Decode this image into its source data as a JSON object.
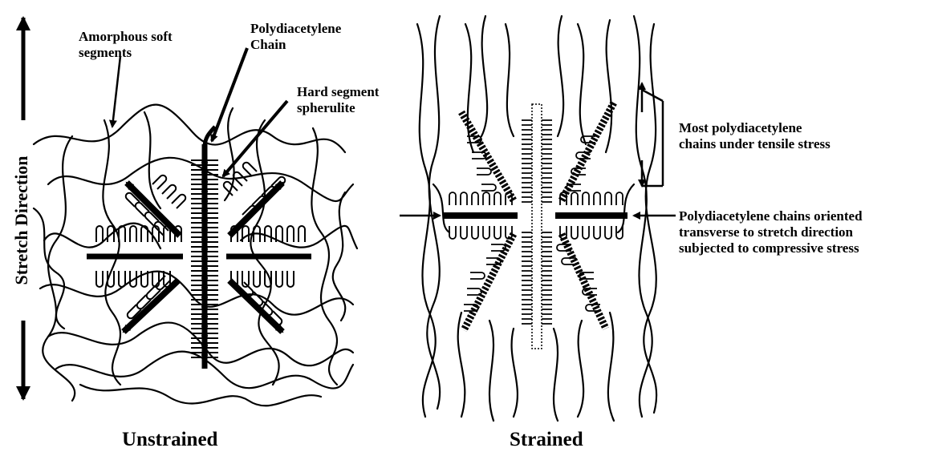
{
  "axis": {
    "stretch_direction": "Stretch Direction"
  },
  "labels": {
    "amorphous_line1": "Amorphous soft",
    "amorphous_line2": "segments",
    "pda_chain_line1": "Polydiacetylene",
    "pda_chain_line2": "Chain",
    "hard_seg_line1": "Hard segment",
    "hard_seg_line2": "spherulite",
    "tensile_line1": "Most polydiacetylene",
    "tensile_line2": "chains under tensile stress",
    "compress_line1": "Polydiacetylene chains oriented",
    "compress_line2": "transverse to stretch direction",
    "compress_line3": "subjected to compressive stress"
  },
  "captions": {
    "left": "Unstrained",
    "right": "Strained"
  },
  "colors": {
    "ink": "#000000",
    "background": "#ffffff"
  }
}
